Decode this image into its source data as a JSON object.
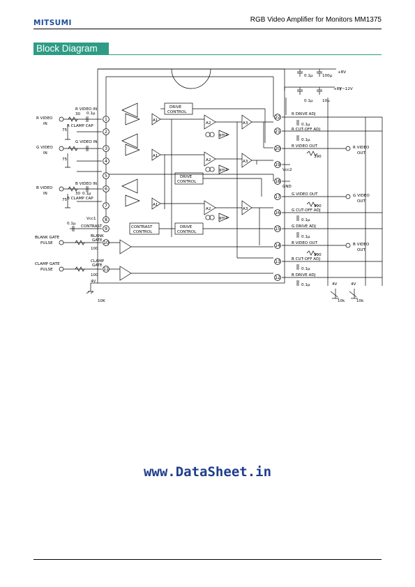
{
  "header": {
    "brand": "MITSUMI",
    "title": "RGB Video Amplifier for Monitors MM1375"
  },
  "section": {
    "title": "Block Diagram"
  },
  "watermark": "www.DataSheet.in",
  "diagram": {
    "supply_top": "+8V",
    "supply_top_caps": [
      "0.1µ",
      "100µ"
    ],
    "supply_2": "+8V~12V",
    "supply_2_caps": [
      "0.1µ",
      "10µ"
    ],
    "left_pins": [
      "1",
      "2",
      "3",
      "4",
      "5",
      "6",
      "7",
      "8",
      "9",
      "10",
      "11"
    ],
    "right_pins": [
      "22",
      "21",
      "20",
      "19",
      "18",
      "17",
      "16",
      "15",
      "14",
      "13",
      "12"
    ],
    "inputs": {
      "r_video_in": [
        "R VIDEO",
        "IN"
      ],
      "g_video_in": [
        "G VIDEO",
        "IN"
      ],
      "b_video_in": [
        "B VIDEO",
        "IN"
      ],
      "blank_gate": [
        "BLANK GATE",
        "PULSE"
      ],
      "clamp_gate": [
        "CLAMP GATE",
        "PULSE"
      ]
    },
    "pin_notes": {
      "r_video_in": "R VIDEO IN",
      "r_clamp_cap": "R CLAMP CAP",
      "g_video_in": "G VIDEO IN",
      "b_video_in": "B VIDEO IN",
      "b_clamp_cap": "B CLAMP CAP",
      "vcc1": "Vcc1",
      "contrast": "CONTRAST",
      "blank_gate": [
        "BLANK",
        "GATE"
      ],
      "clamp_gate": [
        "CLAMP",
        "GATE"
      ],
      "vcc2": "Vcc2",
      "gnd": "GND"
    },
    "component_values": {
      "r30": "30",
      "r75": "75",
      "c01": "0.1µ",
      "c01b": "0.1µ",
      "r100": "100",
      "r390": "390",
      "v4": "4V",
      "pot10k": "10K",
      "pot10k_lc": "10k"
    },
    "controls": {
      "drive1": [
        "DRIVE",
        "CONTROL"
      ],
      "drive2": [
        "DRIVE",
        "CONTROL"
      ],
      "drive3": [
        "DRIVE",
        "CONTROL"
      ],
      "contrast": [
        "CONTRAST",
        "CONTROL"
      ]
    },
    "amps": {
      "a1": "A1",
      "a2": "A2",
      "a3": "A3",
      "gm": "gm1"
    },
    "right_labels": {
      "r_drive_adj": "R DRIVE ADJ",
      "r_cutoff_adj": "R CUT-OFF ADJ",
      "r_video_out": "R VIDEO OUT",
      "g_video_out": "G VIDEO OUT",
      "g_cutoff_adj": "G CUT-OFF ADJ",
      "g_drive_adj": "G DRIVE ADJ",
      "b_video_out": "B VIDEO OUT",
      "b_cutoff_adj": "B CUT-OFF ADJ",
      "b_drive_adj": "B DRIVE ADJ"
    },
    "outputs": {
      "r": [
        "R VIDEO",
        "OUT"
      ],
      "g": [
        "G VIDEO",
        "OUT"
      ],
      "b": [
        "B VIDEO",
        "OUT"
      ]
    }
  }
}
